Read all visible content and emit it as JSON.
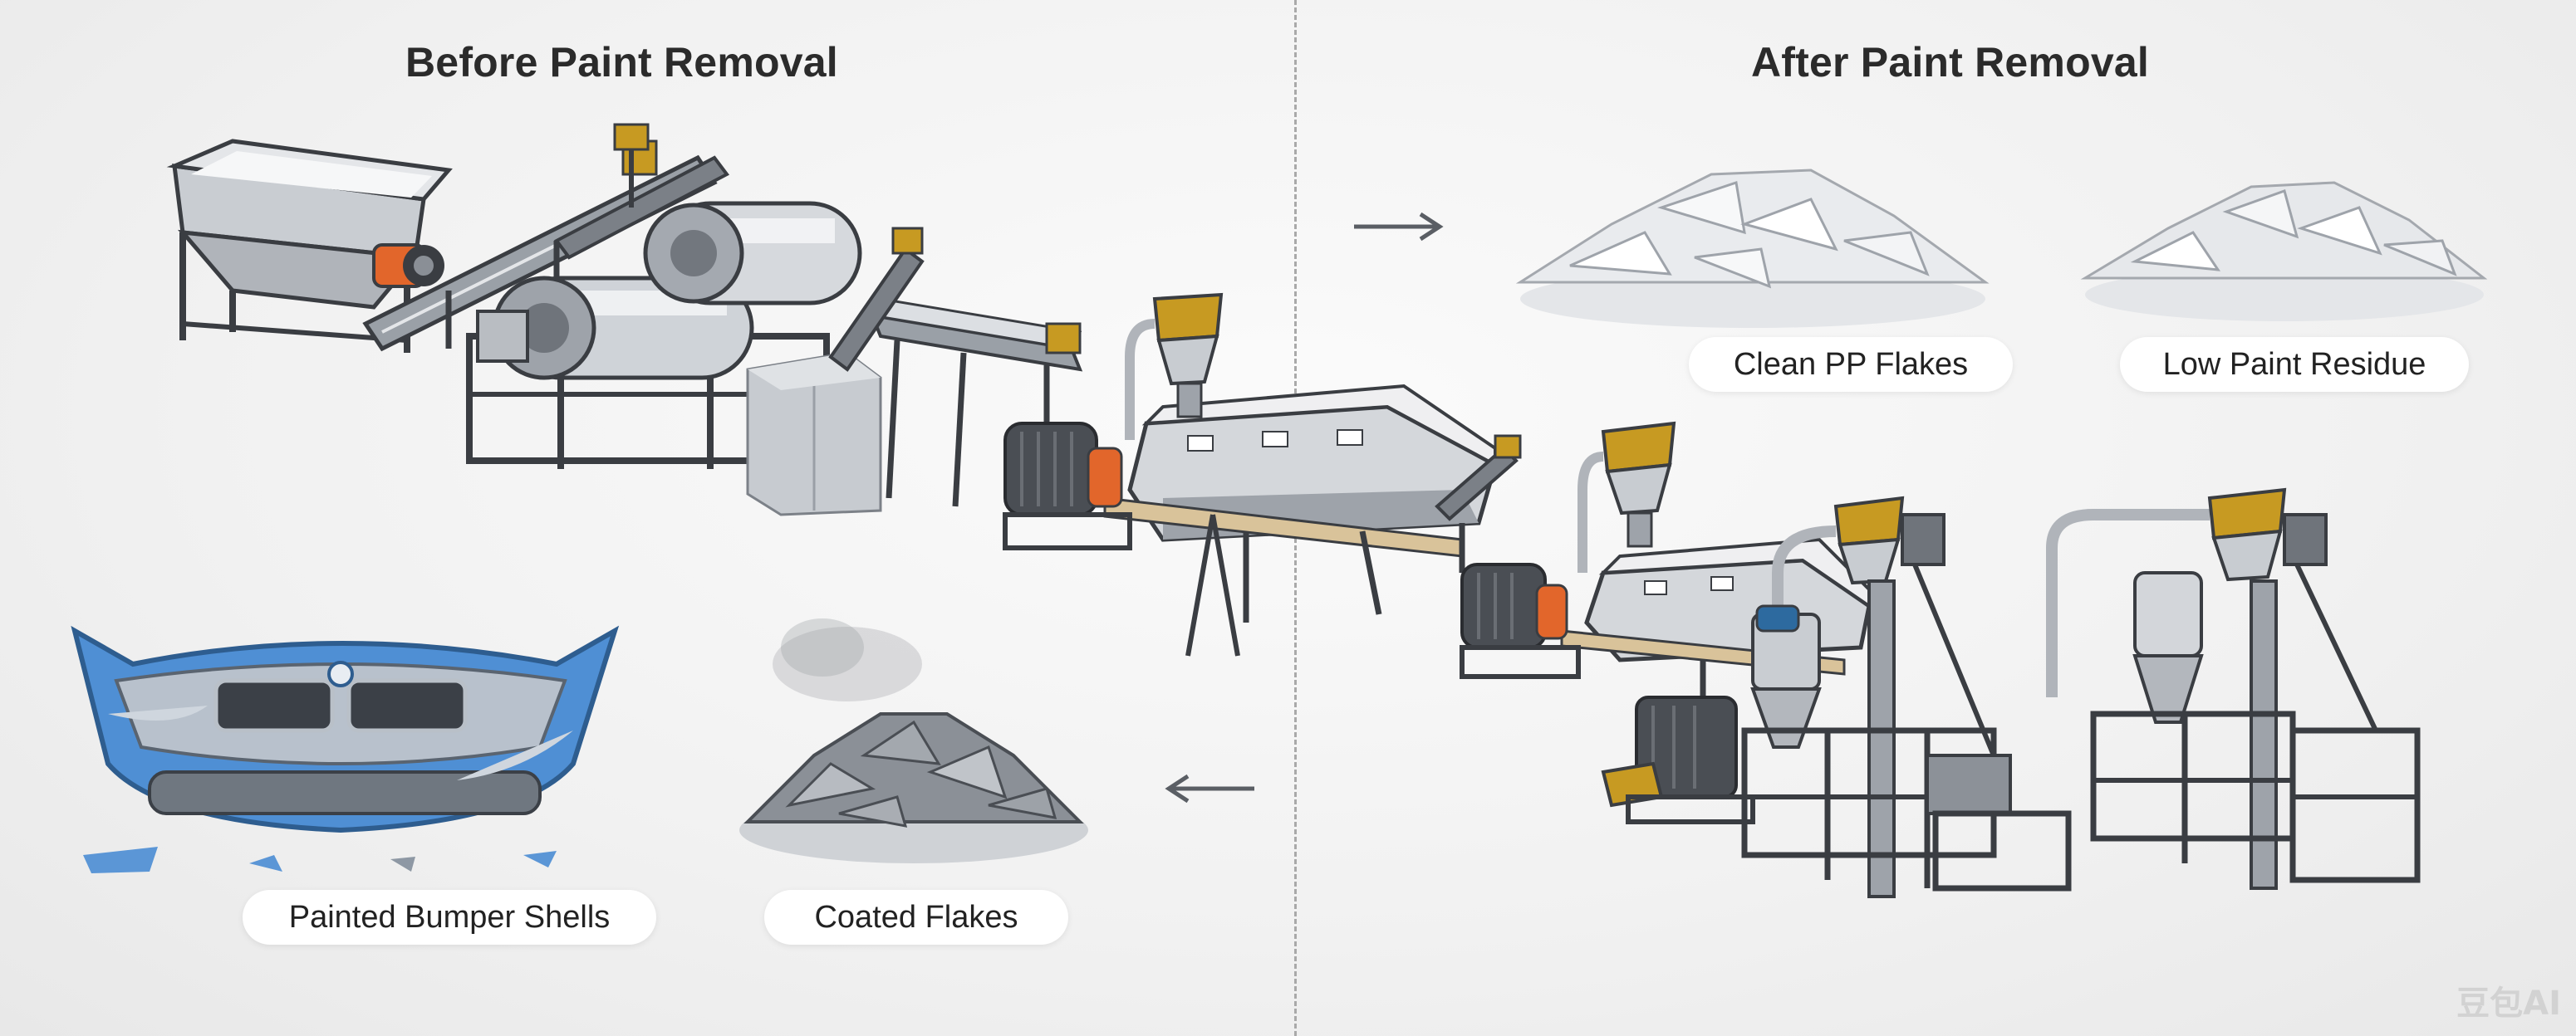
{
  "titles": {
    "before": "Before Paint Removal",
    "after": "After Paint Removal"
  },
  "labels": {
    "painted_bumper": "Painted Bumper Shells",
    "coated_flakes": "Coated Flakes",
    "clean_flakes": "Clean PP Flakes",
    "low_residue": "Low Paint Residue"
  },
  "watermark": "豆包AI",
  "colors": {
    "accent_orange": "#e2662b",
    "accent_gold": "#c79a22",
    "bumper_blue": "#4f8fd4",
    "steel": "#b8bcc2",
    "dark_steel": "#3a3d42"
  }
}
